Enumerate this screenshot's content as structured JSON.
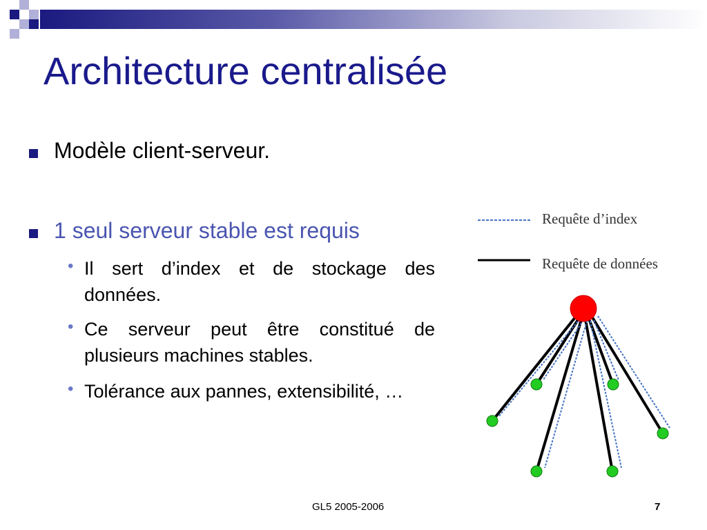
{
  "slide": {
    "title": "Architecture centralisée",
    "bullets": [
      {
        "text": "Modèle client-serveur."
      },
      {
        "text": "1 seul serveur stable est requis",
        "sub": [
          "Il sert d’index et de stockage des données.",
          "Ce serveur peut être constitué de plusieurs machines stables.",
          "Tolérance aux pannes, extensibilité, …"
        ]
      }
    ]
  },
  "legend": {
    "dashed_label": "Requête d’index",
    "solid_label": "Requête de données"
  },
  "colors": {
    "title": "#1a1a8c",
    "server": "#ff0000",
    "client": "#22cc22",
    "index_line": "#4472c4",
    "data_line": "#000000"
  },
  "footer": {
    "text": "GL5 2005-2006",
    "page": "7"
  }
}
